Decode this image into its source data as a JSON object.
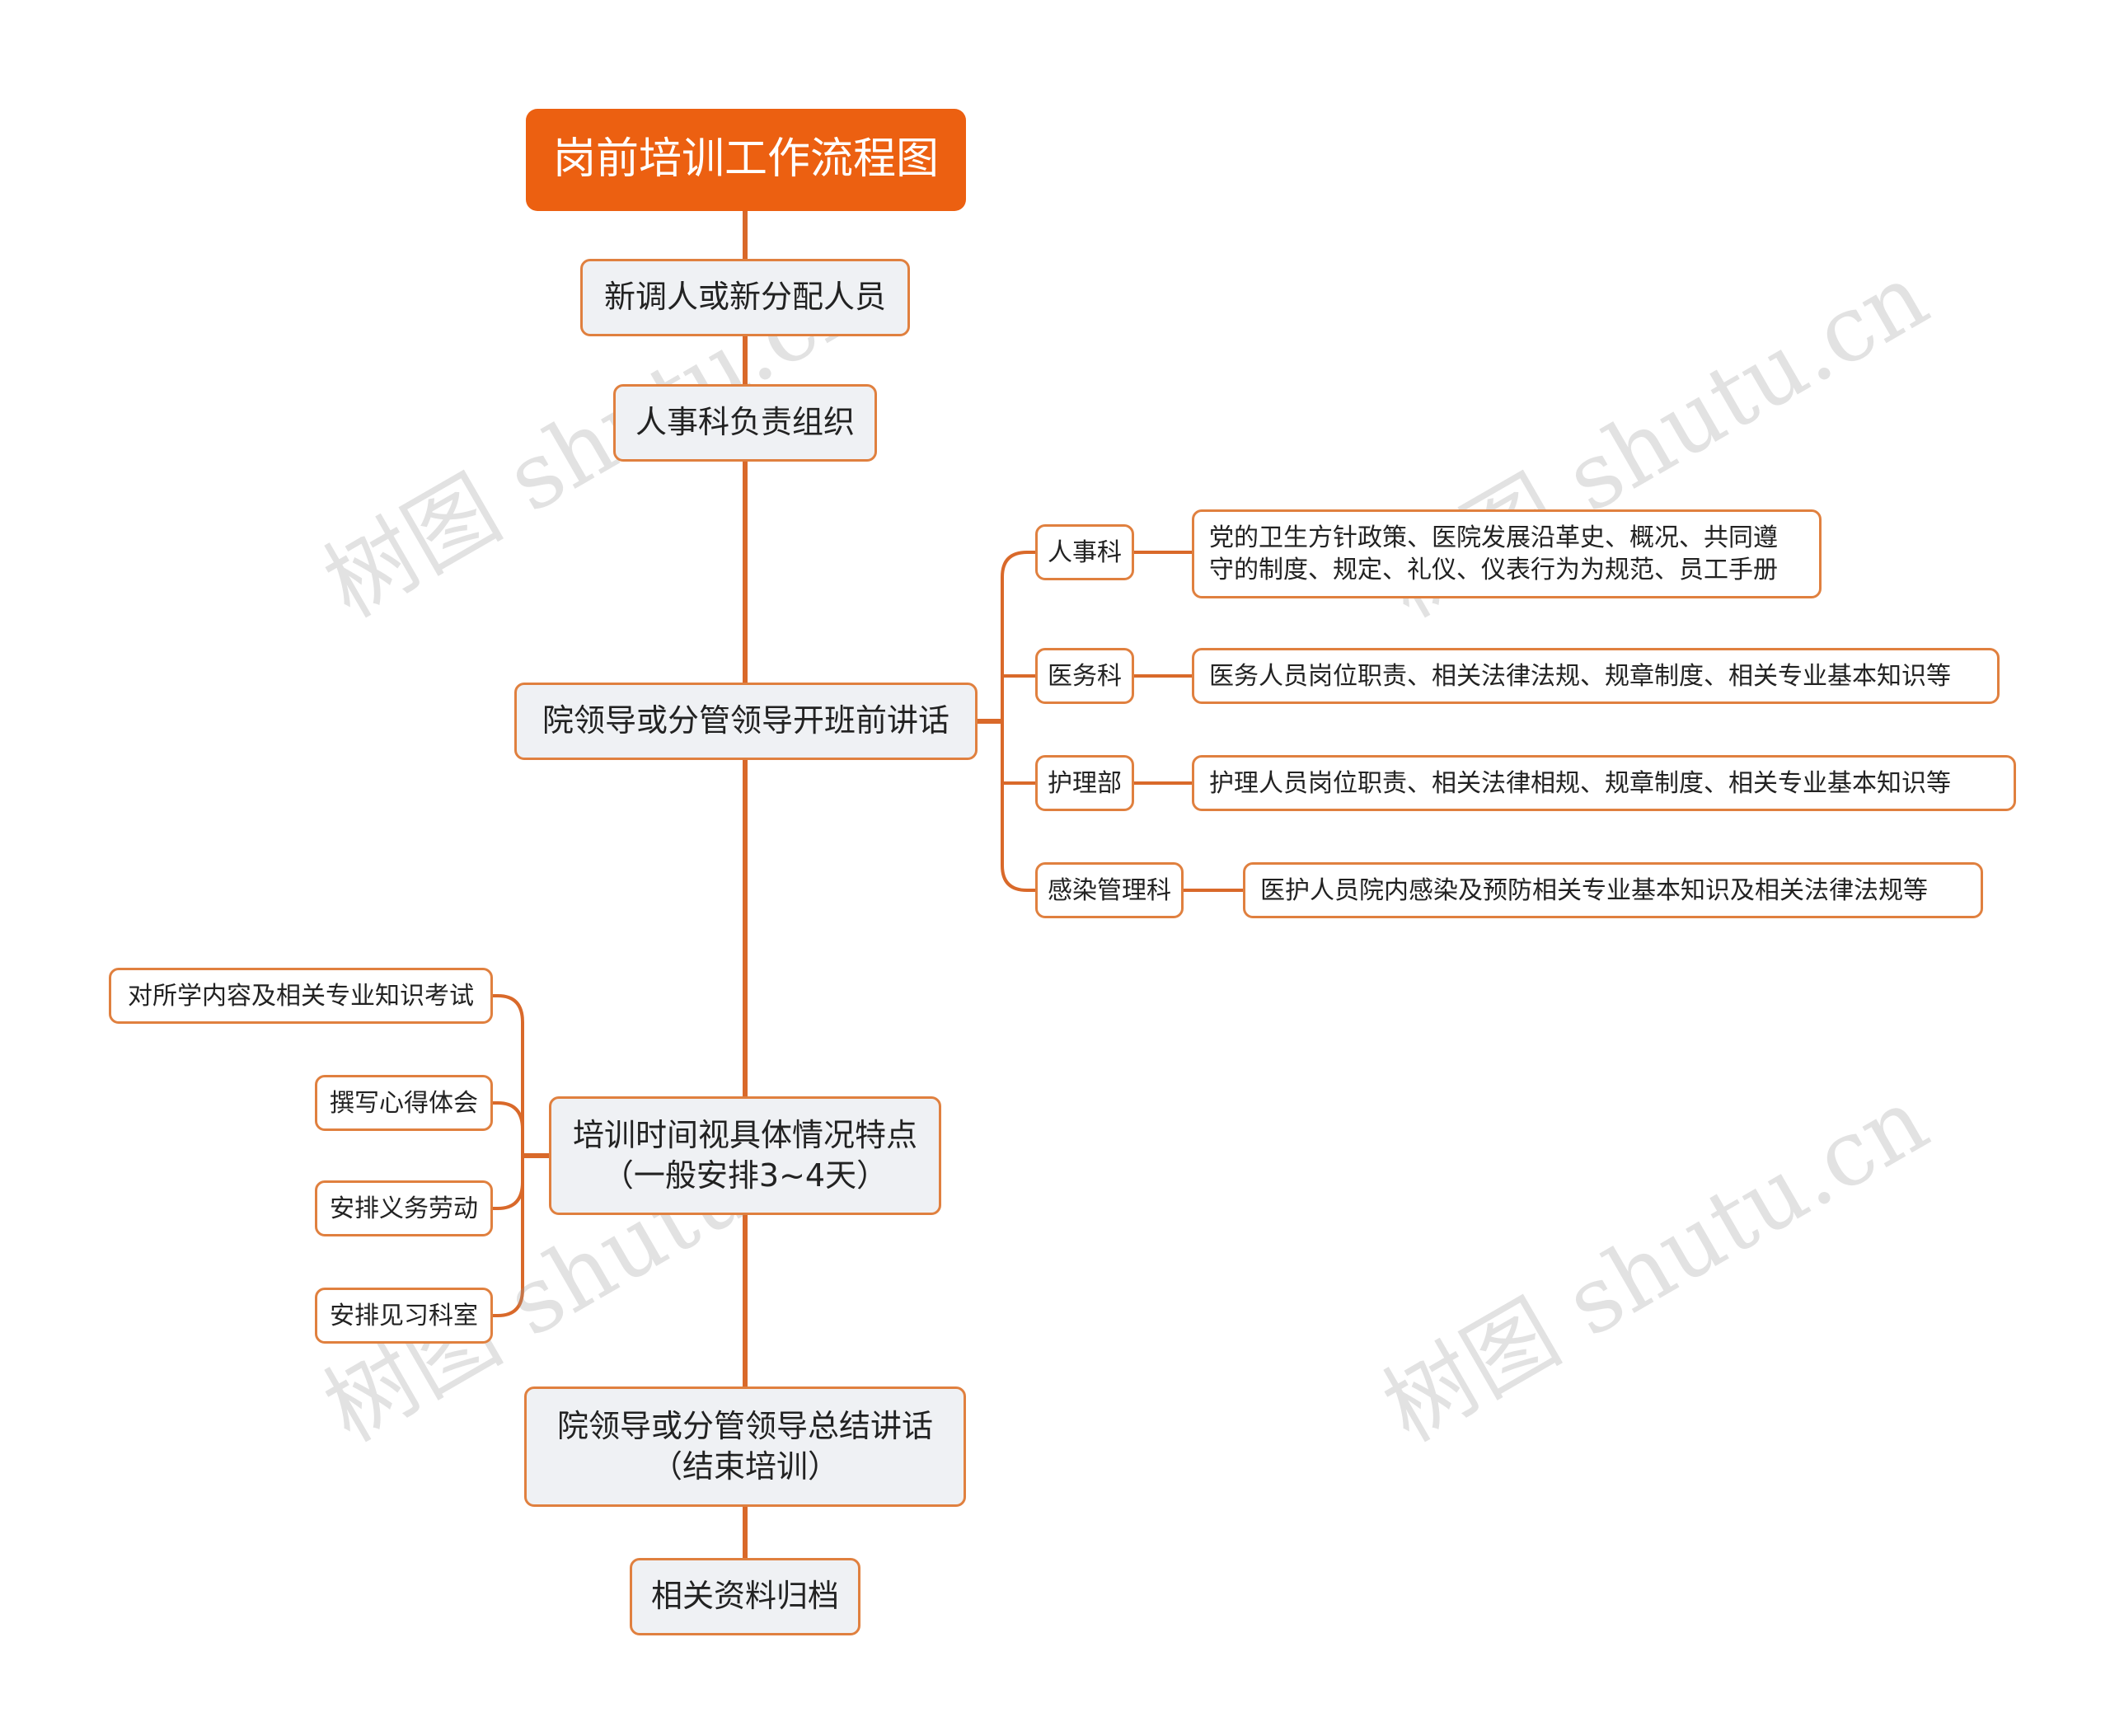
{
  "colors": {
    "accent": "#ec6011",
    "line": "#d9692a",
    "node_fill": "#eff1f4",
    "node_border": "#e0803f"
  },
  "watermark": "树图 shutu.cn",
  "root": "岗前培训工作流程图",
  "steps": [
    "新调人或新分配人员",
    "人事科负责组织",
    "院领导或分管领导开班前讲话",
    "培训时间视具体情况特点\n（一般安排3~4天）",
    "院领导或分管领导总结讲话\n（结束培训）",
    "相关资料归档"
  ],
  "lecture_branches": [
    {
      "dept": "人事科",
      "content": "党的卫生方针政策、医院发展沿革史、概况、共同遵\n守的制度、规定、礼仪、仪表行为为规范、员工手册"
    },
    {
      "dept": "医务科",
      "content": "医务人员岗位职责、相关法律法规、规章制度、相关专业基本知识等"
    },
    {
      "dept": "护理部",
      "content": "护理人员岗位职责、相关法律相规、规章制度、相关专业基本知识等"
    },
    {
      "dept": "感染管理科",
      "content": "医护人员院内感染及预防相关专业基本知识及相关法律法规等"
    }
  ],
  "training_branches": [
    "对所学内容及相关专业知识考试",
    "撰写心得体会",
    "安排义务劳动",
    "安排见习科室"
  ]
}
